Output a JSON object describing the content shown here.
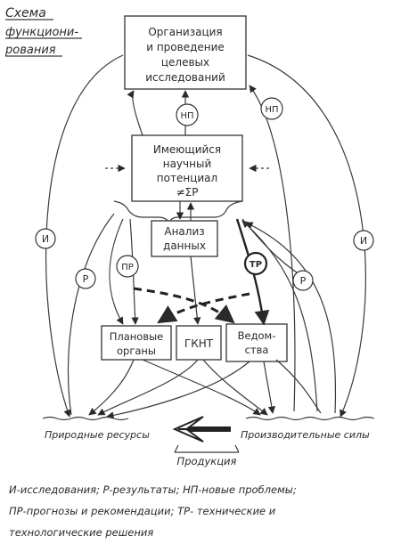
{
  "title": [
    "Схема",
    "функциони-",
    "рования"
  ],
  "nodes": {
    "research": [
      "Организация",
      "и проведение",
      "целевых",
      "исследований"
    ],
    "potential": [
      "Имеющийся",
      "научный",
      "потенциал",
      "≠ΣP"
    ],
    "analysis": [
      "Анализ",
      "данных"
    ],
    "planning": [
      "Плановые",
      "органы"
    ],
    "gknt": [
      "ГКНТ"
    ],
    "ministries": [
      "Ведом-",
      "ства"
    ],
    "resources": "Природные ресурсы",
    "forces": "Производительные силы",
    "products": "Продукция"
  },
  "markers": {
    "np_left": "НП",
    "np_right": "НП",
    "i_left": "И",
    "i_right": "И",
    "r_left": "Р",
    "r_right": "Р",
    "pr": "ПР",
    "tr": "ТР"
  },
  "legend": {
    "line1": "И-исследования; Р-результаты; НП-новые проблемы;",
    "line2": "ПР-прогнозы и рекомендации; ТР- технические   и",
    "line3": "технологические решения"
  }
}
